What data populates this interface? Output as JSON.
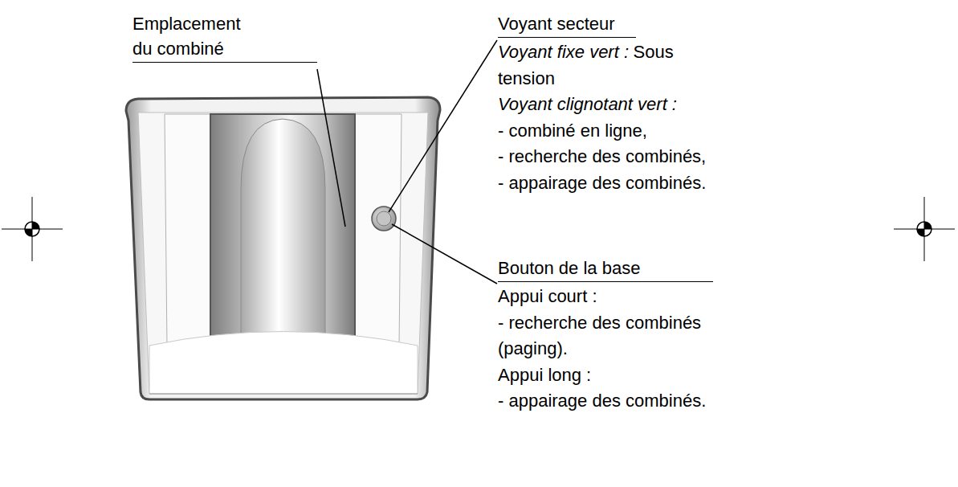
{
  "diagram": {
    "labels": [
      "Emplacement du combiné",
      "Voyant secteur",
      "Voyant fixe vert :",
      "Sous tension",
      "Voyant clignotant vert :",
      "- combiné en ligne,",
      "- recherche des combinés,",
      "- appairage des combinés.",
      "Bouton de la base",
      "Appui court :",
      "- recherche des combinés (paging).",
      "Appui long :",
      "- appairage des combinés."
    ]
  }
}
